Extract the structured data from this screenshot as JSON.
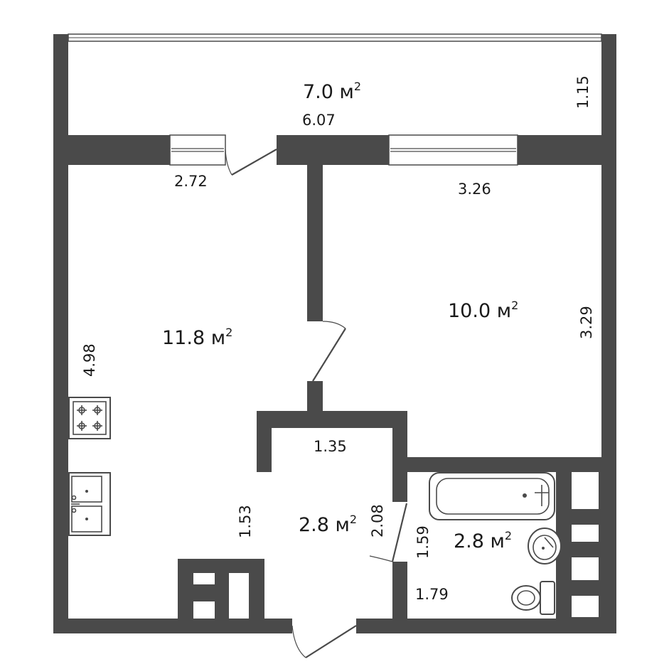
{
  "unit": "м",
  "rooms": [
    {
      "id": "balcony",
      "area": "7.0"
    },
    {
      "id": "kitchen-living",
      "area": "11.8"
    },
    {
      "id": "bedroom",
      "area": "10.0"
    },
    {
      "id": "hallway",
      "area": "2.8"
    },
    {
      "id": "bathroom",
      "area": "2.8"
    }
  ],
  "dimensions": {
    "balcony_width": "6.07",
    "balcony_depth": "1.15",
    "kitchen_top": "2.72",
    "kitchen_side": "4.98",
    "bedroom_top": "3.26",
    "bedroom_side": "3.29",
    "hall_top": "1.35",
    "hall_side": "1.53",
    "hall_door_side": "2.08",
    "bath_side": "1.59",
    "bath_bottom": "1.79"
  },
  "fixtures": [
    "stove",
    "double-sink",
    "bathtub",
    "washbasin",
    "toilet"
  ]
}
